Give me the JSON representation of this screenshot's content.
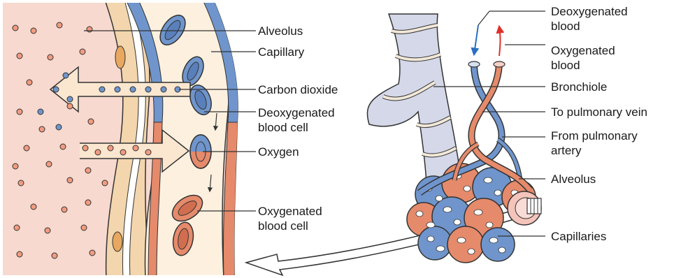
{
  "left_panel": {
    "labels": {
      "alveolus": [
        "Alveolus"
      ],
      "capillary": [
        "Capillary"
      ],
      "carbon_dioxide": [
        "Carbon dioxide"
      ],
      "deoxygenated_cell": [
        "Deoxygenated",
        "blood cell"
      ],
      "oxygen": [
        "Oxygen"
      ],
      "oxygenated_cell": [
        "Oxygenated",
        "blood cell"
      ]
    }
  },
  "right_panel": {
    "labels": {
      "deoxygenated_blood": [
        "Deoxygenated",
        "blood"
      ],
      "oxygenated_blood": [
        "Oxygenated",
        "blood"
      ],
      "bronchiole": [
        "Bronchiole"
      ],
      "to_pulmonary_vein": [
        "To pulmonary vein"
      ],
      "from_pulmonary_artery": [
        "From pulmonary",
        "artery"
      ],
      "alveolus": [
        "Alveolus"
      ],
      "capillaries": [
        "Capillaries"
      ]
    }
  },
  "colors": {
    "alveolar_air": "#f7d9cf",
    "wall_tan": "#f3d6ad",
    "blue_vessel": "#6f95cc",
    "red_vessel": "#e58a6b",
    "bronchiole": "#d4d8e8",
    "arrow_fill": "#fbe6cf"
  }
}
